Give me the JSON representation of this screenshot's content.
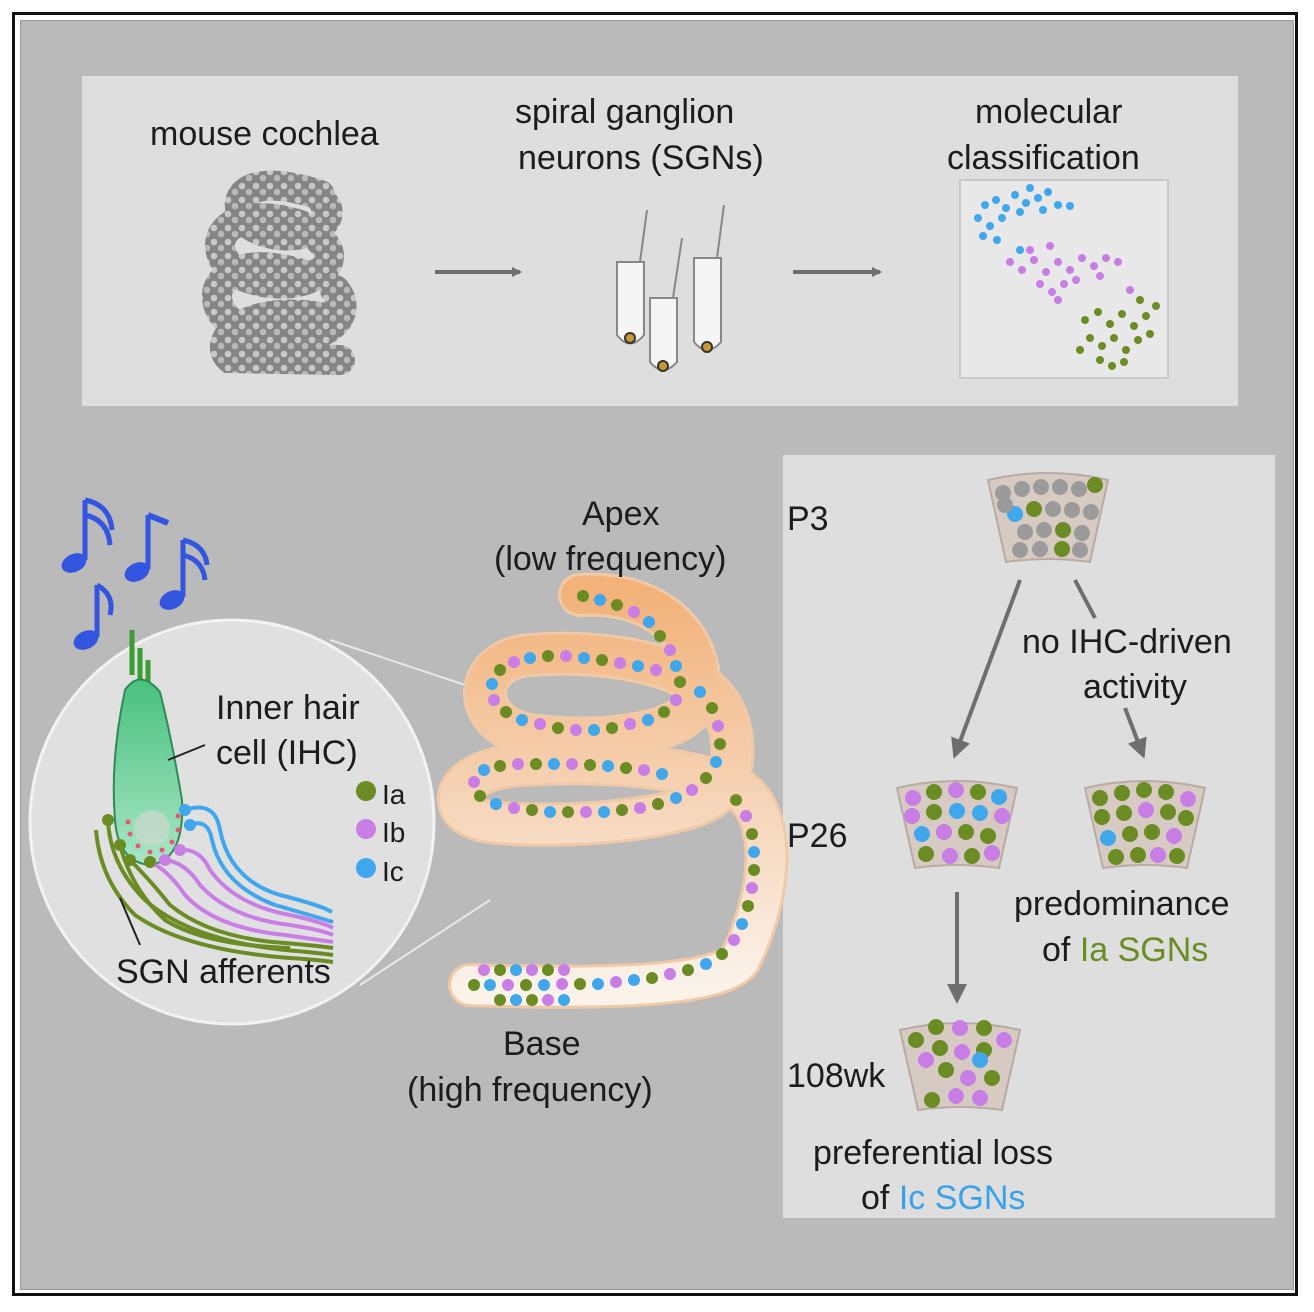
{
  "colors": {
    "ia": "#6b8c23",
    "ib": "#c97ee6",
    "ic": "#41a7ec",
    "gray_cell": "#9b9b9b",
    "arrow": "#6e6e6e",
    "note_blue": "#3355e0",
    "ihc_green": "#5bc793"
  },
  "workflow": {
    "step1": "mouse cochlea",
    "step2_line1": "spiral ganglion",
    "step2_line2": "neurons (SGNs)",
    "step3_line1": "molecular",
    "step3_line2": "classification"
  },
  "ihc_inset": {
    "ihc_label_line1": "Inner hair",
    "ihc_label_line2": "cell (IHC)",
    "afferent_label": "SGN afferents",
    "legend": [
      {
        "label": "Ia",
        "color": "#6b8c23"
      },
      {
        "label": "Ib",
        "color": "#c97ee6"
      },
      {
        "label": "Ic",
        "color": "#41a7ec"
      }
    ]
  },
  "cochlea": {
    "apex_line1": "Apex",
    "apex_line2": "(low frequency)",
    "base_line1": "Base",
    "base_line2": "(high frequency)"
  },
  "development": {
    "p3": "P3",
    "p26": "P26",
    "wk108": "108wk",
    "no_activity_line1": "no IHC-driven",
    "no_activity_line2": "activity",
    "predominance_line1": "predominance",
    "predominance_line2_prefix": "of ",
    "predominance_line2_highlight": "Ia SGNs",
    "loss_line1": "preferential loss",
    "loss_line2_prefix": "of ",
    "loss_line2_highlight": "Ic SGNs"
  }
}
